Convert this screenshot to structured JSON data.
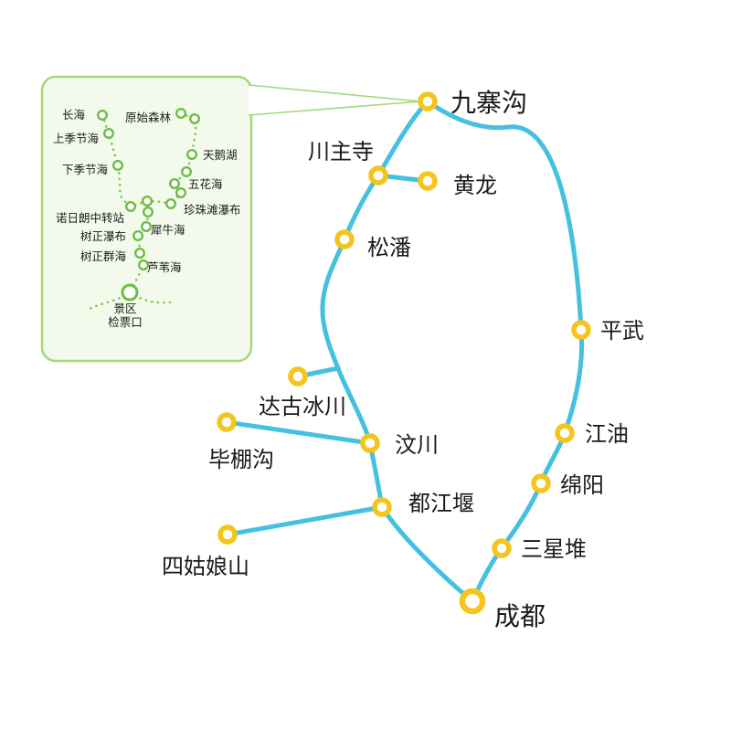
{
  "colors": {
    "route": "#45C1E0",
    "station_ring": "#F5C41D",
    "inset_green": "#6CBE45",
    "inset_dot_green": "#7CC654",
    "inset_border": "#A4D87C",
    "inset_bg": "#F3FAEC",
    "label_text": "#1A1A1A"
  },
  "main_map": {
    "stations": {
      "jiuzhaigou": "九寨沟",
      "chuanzhusi": "川主寺",
      "huanglong": "黄龙",
      "songpan": "松潘",
      "pingwu": "平武",
      "jiangyou": "江油",
      "mianyang": "绵阳",
      "sanxingdui": "三星堆",
      "chengdu": "成都",
      "dujiangyan": "都江堰",
      "wenchuan": "汶川",
      "dagubingchuan": "达古冰川",
      "bipenggou": "毕棚沟",
      "siguniangshan": "四姑娘山"
    }
  },
  "inset": {
    "spots": {
      "changhai": "长海",
      "yuanshisenlin": "原始森林",
      "shangjijiehai": "上季节海",
      "xiajijiehai": "下季节海",
      "tianehu": "天鹅湖",
      "wuhuahai": "五花海",
      "zhenzhutanpubu": "珍珠滩瀑布",
      "nuorilang": "诺日朗中转站",
      "xiniuhai": "犀牛海",
      "shuzhengpubu": "树正瀑布",
      "shuzhengqunhai": "树正群海",
      "luweihai": "芦苇海",
      "checkpoint_line1": "景区",
      "checkpoint_line2": "检票口"
    }
  }
}
